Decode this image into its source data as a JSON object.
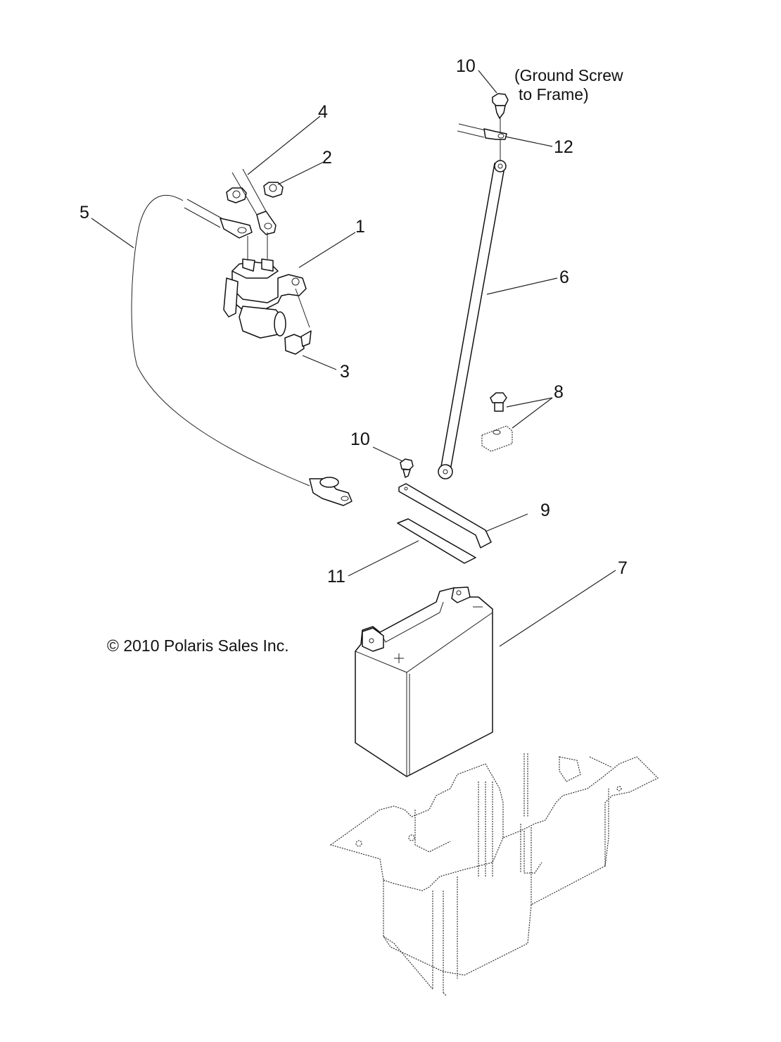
{
  "diagram": {
    "title": "Battery and Solenoid Assembly Exploded View",
    "copyright": "© 2010 Polaris Sales Inc.",
    "ground_note_line1": "(Ground Screw",
    "ground_note_line2": "to Frame)",
    "callouts": [
      {
        "id": "1",
        "label": "1",
        "part": "starter-solenoid"
      },
      {
        "id": "2",
        "label": "2",
        "part": "nut"
      },
      {
        "id": "3",
        "label": "3",
        "part": "solenoid-mount-bolt"
      },
      {
        "id": "4",
        "label": "4",
        "part": "solenoid-cable"
      },
      {
        "id": "5",
        "label": "5",
        "part": "battery-positive-cable"
      },
      {
        "id": "6",
        "label": "6",
        "part": "battery-ground-cable"
      },
      {
        "id": "7",
        "label": "7",
        "part": "battery"
      },
      {
        "id": "8",
        "label": "8",
        "part": "terminal-bolt-and-nut"
      },
      {
        "id": "9",
        "label": "9",
        "part": "battery-hold-down-strap"
      },
      {
        "id": "10a",
        "label": "10",
        "part": "ground-screw-to-frame"
      },
      {
        "id": "10b",
        "label": "10",
        "part": "strap-screw"
      },
      {
        "id": "11",
        "label": "11",
        "part": "battery-pad"
      },
      {
        "id": "12",
        "label": "12",
        "part": "ground-eyelet"
      }
    ]
  }
}
